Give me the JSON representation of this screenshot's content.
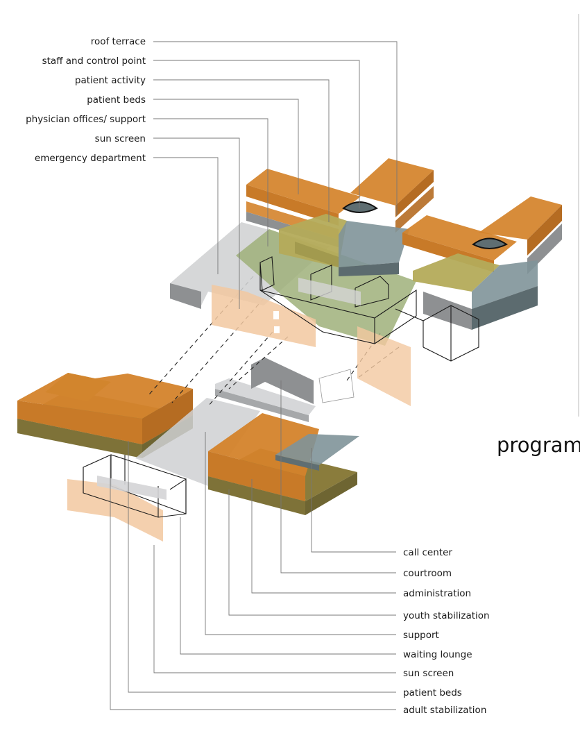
{
  "title": "program",
  "upper_labels": [
    "roof terrace",
    "staff and control point",
    "patient activity",
    "patient beds",
    "physician offices/ support",
    "sun screen",
    "emergency department"
  ],
  "lower_labels": [
    "call center",
    "courtroom",
    "administration",
    "youth stabilization",
    "support",
    "waiting lounge",
    "sun screen",
    "patient beds",
    "adult stabilization"
  ],
  "colors": {
    "orange": "#d0812b",
    "olive": "#a8a055",
    "green": "#9fb07a",
    "blue_gray": "#7d9196",
    "light_gray": "#d4d4d6",
    "dark_gray": "#8d8f91",
    "peach": "#f2c8a0",
    "floor_band": "#8a7c3c"
  }
}
